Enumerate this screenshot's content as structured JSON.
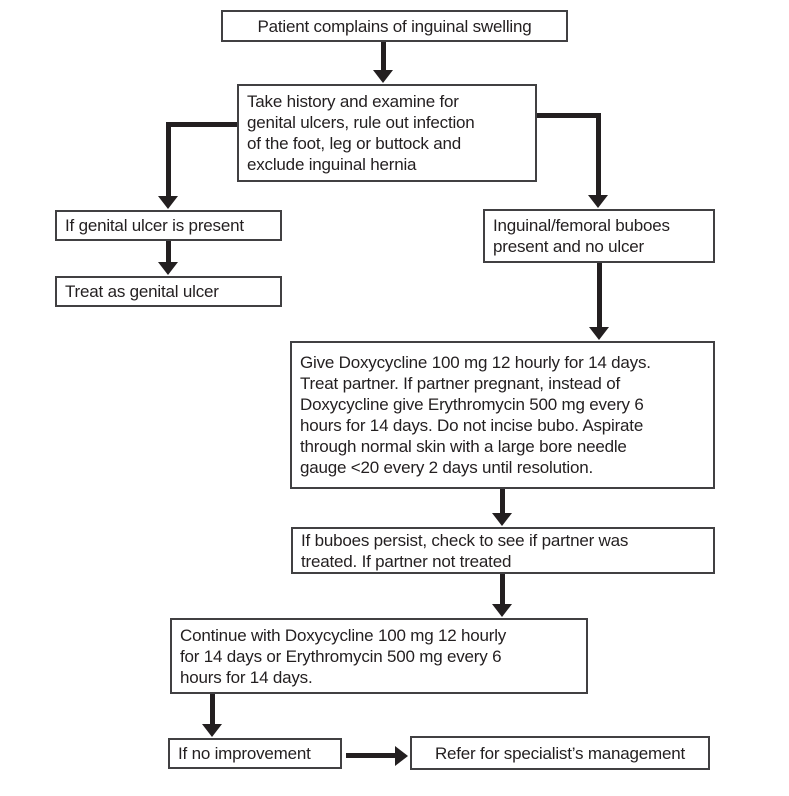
{
  "colors": {
    "background": "#ffffff",
    "box_border": "#414042",
    "box_fill": "#ffffff",
    "text": "#231f20",
    "arrow": "#231f20"
  },
  "flowchart": {
    "description": "Clinical decision flowchart for management of inguinal swelling",
    "nodes": {
      "patient": {
        "text": "Patient complains of inguinal swelling"
      },
      "history": {
        "text": "Take history and examine for\ngenital ulcers, rule out infection\nof the foot, leg or buttock and\nexclude inguinal hernia"
      },
      "ulcer_present": {
        "text": "If genital ulcer is present"
      },
      "treat_ulcer": {
        "text": "Treat as genital ulcer"
      },
      "buboes": {
        "text": "Inguinal/femoral buboes\npresent and no ulcer"
      },
      "doxycycline": {
        "text": "Give Doxycycline 100 mg 12 hourly for 14 days.\nTreat partner. If partner pregnant, instead of\nDoxycycline give Erythromycin 500 mg every 6\nhours for 14 days. Do not incise bubo. Aspirate\nthrough normal skin with a large bore needle\ngauge <20 every 2 days until resolution."
      },
      "persist": {
        "text": "If buboes persist, check to see if partner was\ntreated. If partner not treated"
      },
      "continue": {
        "text": "Continue with Doxycycline 100 mg 12 hourly\nfor 14 days or Erythromycin 500 mg every 6\nhours for 14 days."
      },
      "no_improvement": {
        "text": "If no improvement"
      },
      "refer": {
        "text": "Refer for specialist’s management"
      }
    },
    "edges": [
      "patient -> history",
      "history -> ulcer_present",
      "history -> buboes",
      "ulcer_present -> treat_ulcer",
      "buboes -> doxycycline",
      "doxycycline -> persist",
      "persist -> continue",
      "continue -> no_improvement",
      "no_improvement -> refer"
    ]
  }
}
